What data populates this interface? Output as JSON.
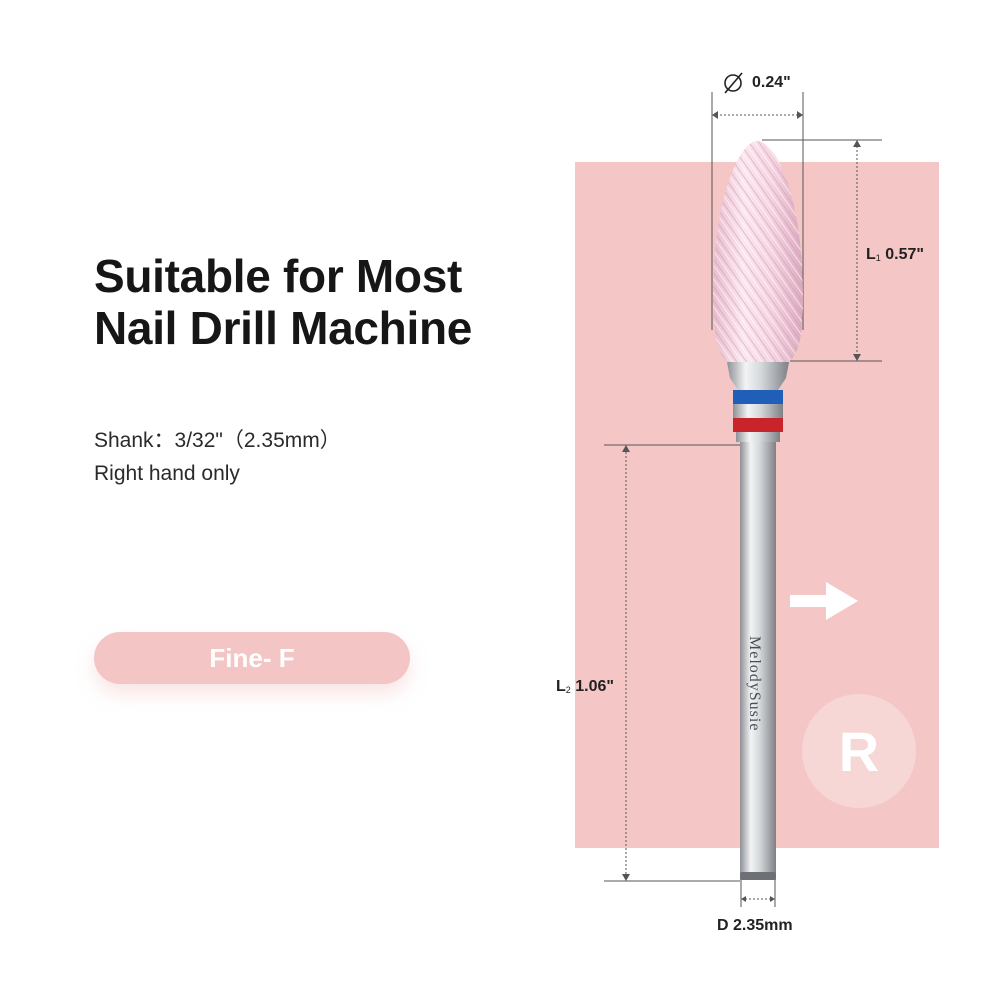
{
  "headline": {
    "line1": "Suitable for Most",
    "line2": "Nail Drill Machine"
  },
  "specs": {
    "shank": "Shank：3/32\"（2.35mm）",
    "hand": "Right hand only"
  },
  "grit_badge": {
    "label": "Fine- F",
    "color": "#f3c5c5"
  },
  "rotation_badge": {
    "letter": "R"
  },
  "brand_engraving": "MelodySusie",
  "dimensions": {
    "head_diameter": "0.24\"",
    "head_length_prefix": "L",
    "head_length_sub": "1",
    "head_length": "0.57\"",
    "shank_length_prefix": "L",
    "shank_length_sub": "2",
    "shank_length": "1.06\"",
    "shank_diameter": "D 2.35mm"
  },
  "colors": {
    "panel": "#f4c6c6",
    "ring_blue": "#1f5fb8",
    "ring_red": "#c7242b",
    "bit_pink": "#f3d3e0"
  }
}
